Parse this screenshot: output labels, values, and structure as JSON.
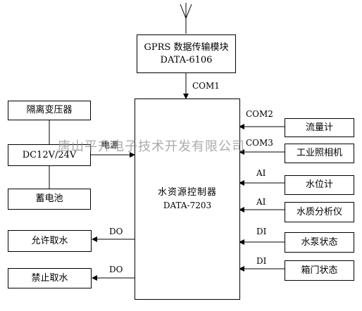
{
  "antenna": {
    "icon": "antenna-icon"
  },
  "gprs": {
    "line1": "GPRS 数据传输模块",
    "line2": "DATA-6106"
  },
  "com1_label": "COM1",
  "controller": {
    "line1": "水资源控制器",
    "line2": "DATA-7203"
  },
  "left_boxes": {
    "isolation": "隔离变压器",
    "dc": "DC12V/24V",
    "battery": "蓄电池",
    "allow": "允许取水",
    "forbid": "禁止取水"
  },
  "power_label": "电源",
  "do_labels": [
    "DO",
    "DO"
  ],
  "right_boxes": [
    {
      "label": "流量计",
      "port": "COM2"
    },
    {
      "label": "工业照相机",
      "port": "COM3"
    },
    {
      "label": "水位计",
      "port": "AI"
    },
    {
      "label": "水质分析仪",
      "port": "AI"
    },
    {
      "label": "水泵状态",
      "port": "DI"
    },
    {
      "label": "箱门状态",
      "port": "DI"
    }
  ],
  "watermark": "唐山平升电子技术开发有限公司"
}
